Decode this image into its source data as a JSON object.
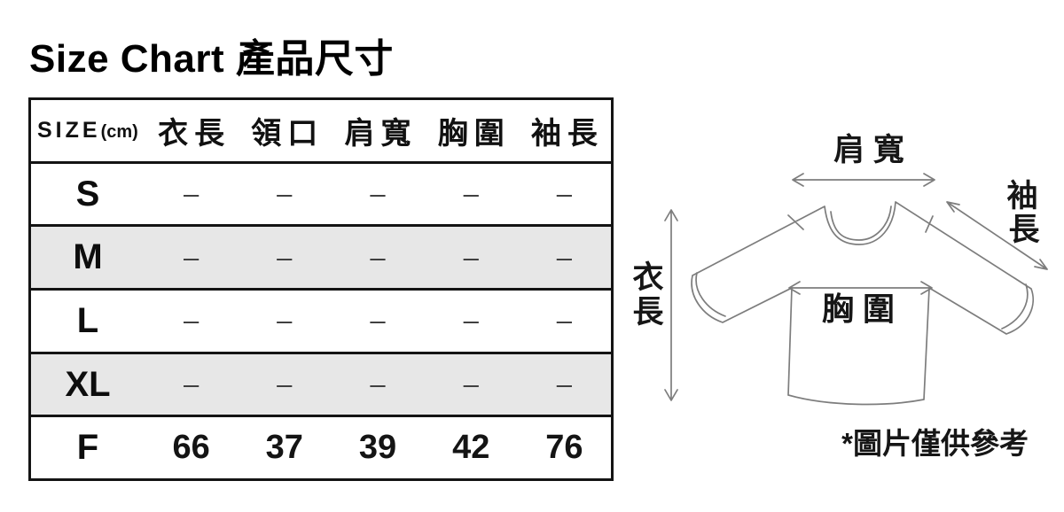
{
  "title": "Size Chart 產品尺寸",
  "size_table": {
    "header": {
      "size_label": "SIZE",
      "unit_label": "(cm)",
      "columns": [
        "衣長",
        "領口",
        "肩寬",
        "胸圍",
        "袖長"
      ]
    },
    "rows": [
      {
        "label": "S",
        "striped": false,
        "values": [
          "–",
          "–",
          "–",
          "–",
          "–"
        ]
      },
      {
        "label": "M",
        "striped": true,
        "values": [
          "–",
          "–",
          "–",
          "–",
          "–"
        ]
      },
      {
        "label": "L",
        "striped": false,
        "values": [
          "–",
          "–",
          "–",
          "–",
          "–"
        ]
      },
      {
        "label": "XL",
        "striped": true,
        "values": [
          "–",
          "–",
          "–",
          "–",
          "–"
        ]
      },
      {
        "label": "F",
        "striped": false,
        "values": [
          "66",
          "37",
          "39",
          "42",
          "76"
        ]
      }
    ],
    "stripe_color": "#e7e7e7",
    "border_color": "#141414"
  },
  "diagram": {
    "labels": {
      "shoulder_width": "肩 寬",
      "sleeve_chars": [
        "袖",
        "長"
      ],
      "length_chars": [
        "衣",
        "長"
      ],
      "chest": "胸 圍"
    },
    "note": "*圖片僅供參考",
    "note_color": "#a1402e",
    "line_color": "#7d7d7d"
  }
}
